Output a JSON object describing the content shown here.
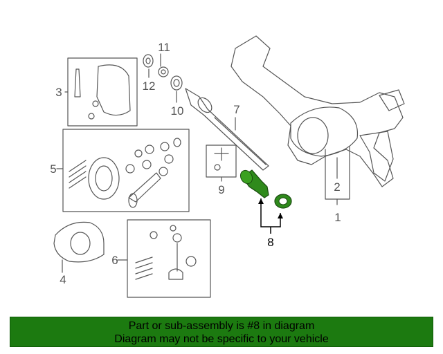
{
  "callouts": {
    "c1": "1",
    "c2": "2",
    "c3": "3",
    "c4": "4",
    "c5": "5",
    "c6": "6",
    "c7": "7",
    "c8": "8",
    "c9": "9",
    "c10": "10",
    "c11": "11",
    "c12": "12"
  },
  "highlighted_part": "8",
  "colors": {
    "highlight": "#2f8a1c",
    "banner": "#1c7a10",
    "line": "#555555"
  },
  "banner": {
    "line1": "Part or sub-assembly is #8 in diagram",
    "line2": "Diagram may not be specific to your vehicle"
  }
}
